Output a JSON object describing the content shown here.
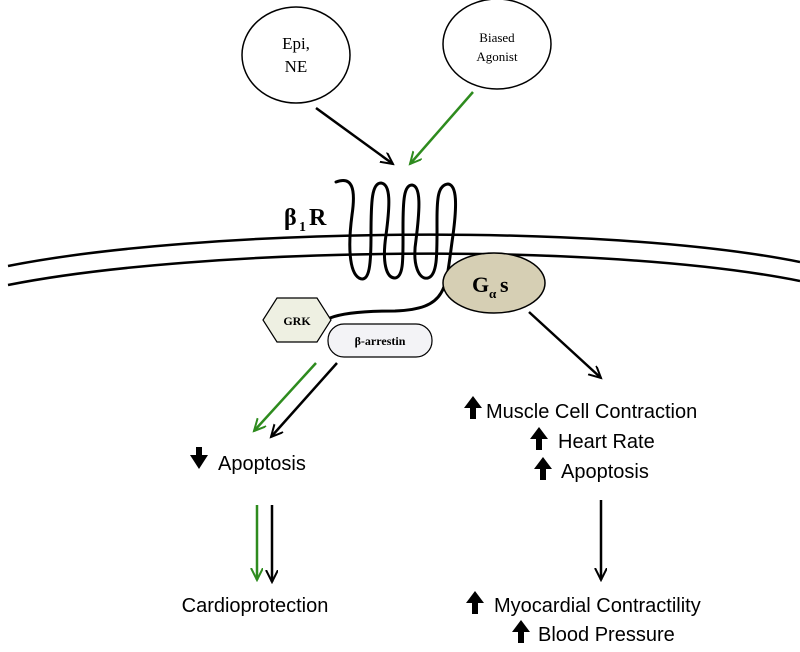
{
  "ligands": {
    "epi_line1": "Epi,",
    "epi_line2": "NE",
    "biased_line1": "Biased",
    "biased_line2": "Agonist"
  },
  "receptor": {
    "beta": "β",
    "sub": "1",
    "r": "R"
  },
  "gprotein": {
    "g": "G",
    "sub": "α",
    "s": "s"
  },
  "grk": "GRK",
  "arrestin": "β-arrestin",
  "left": {
    "apoptosis": "Apoptosis",
    "cardioprotection": "Cardioprotection"
  },
  "right": {
    "muscle": "Muscle Cell Contraction",
    "heart_rate": "Heart Rate",
    "apoptosis": "Apoptosis",
    "myocardial": "Myocardial Contractility",
    "blood_pressure": "Blood Pressure"
  },
  "colors": {
    "green_arrow": "#2e8b1e",
    "gprotein_fill": "#d6cfb4",
    "grk_fill": "#eef0e2",
    "arrestin_fill": "#f3f3f6"
  }
}
